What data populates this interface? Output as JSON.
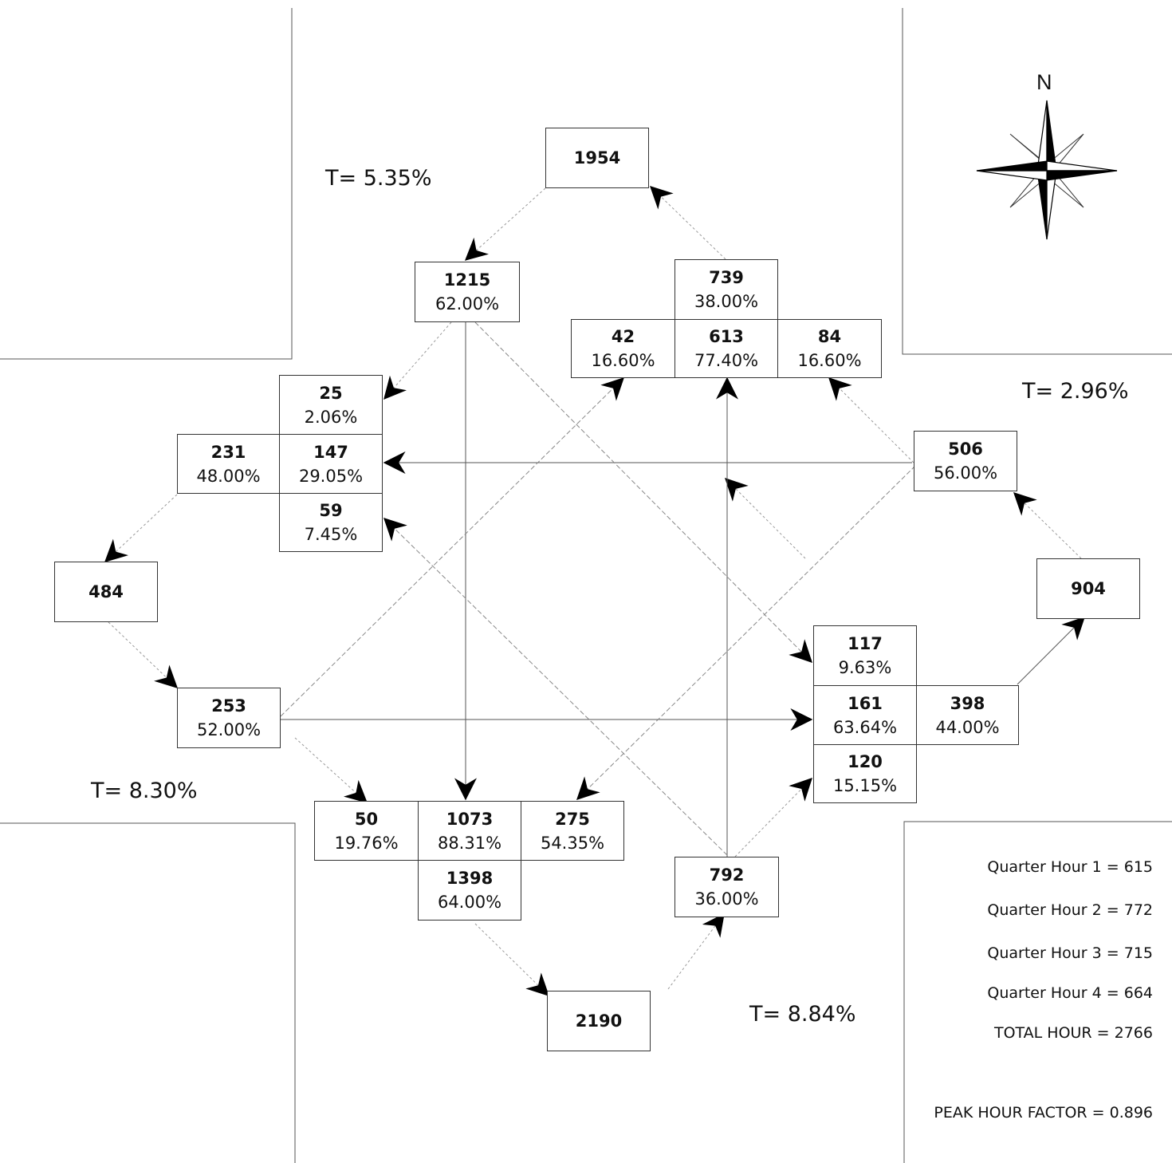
{
  "compass": {
    "label": "N"
  },
  "boxes": {
    "n_out": {
      "value": "1954"
    },
    "n_in": {
      "value": "1215",
      "pct": "62.00%"
    },
    "n_tot": {
      "value": "739",
      "pct": "38.00%"
    },
    "n_l": {
      "value": "42",
      "pct": "16.60%"
    },
    "n_t": {
      "value": "613",
      "pct": "77.40%"
    },
    "n_r": {
      "value": "84",
      "pct": "16.60%"
    },
    "w_r": {
      "value": "25",
      "pct": "2.06%"
    },
    "w_tot": {
      "value": "231",
      "pct": "48.00%"
    },
    "w_t": {
      "value": "147",
      "pct": "29.05%"
    },
    "w_l": {
      "value": "59",
      "pct": "7.45%"
    },
    "w_out": {
      "value": "484"
    },
    "w_in": {
      "value": "253",
      "pct": "52.00%"
    },
    "s_r": {
      "value": "50",
      "pct": "19.76%"
    },
    "s_t": {
      "value": "1073",
      "pct": "88.31%"
    },
    "s_l": {
      "value": "275",
      "pct": "54.35%"
    },
    "s_tot": {
      "value": "1398",
      "pct": "64.00%"
    },
    "s_in": {
      "value": "792",
      "pct": "36.00%"
    },
    "s_out": {
      "value": "2190"
    },
    "e_in": {
      "value": "506",
      "pct": "56.00%"
    },
    "e_out": {
      "value": "904"
    },
    "e_l": {
      "value": "117",
      "pct": "9.63%"
    },
    "e_t": {
      "value": "161",
      "pct": "63.64%"
    },
    "e_tot": {
      "value": "398",
      "pct": "44.00%"
    },
    "e_r": {
      "value": "120",
      "pct": "15.15%"
    }
  },
  "truck_pct": {
    "nw": "T= 5.35%",
    "ne": "T= 2.96%",
    "sw": "T= 8.30%",
    "se": "T= 8.84%"
  },
  "summary": {
    "qh1": "Quarter Hour 1 = 615",
    "qh2": "Quarter Hour 2 = 772",
    "qh3": "Quarter Hour 3 = 715",
    "qh4": "Quarter Hour 4 = 664",
    "total": "TOTAL HOUR = 2766",
    "phf": "PEAK HOUR FACTOR = 0.896"
  }
}
